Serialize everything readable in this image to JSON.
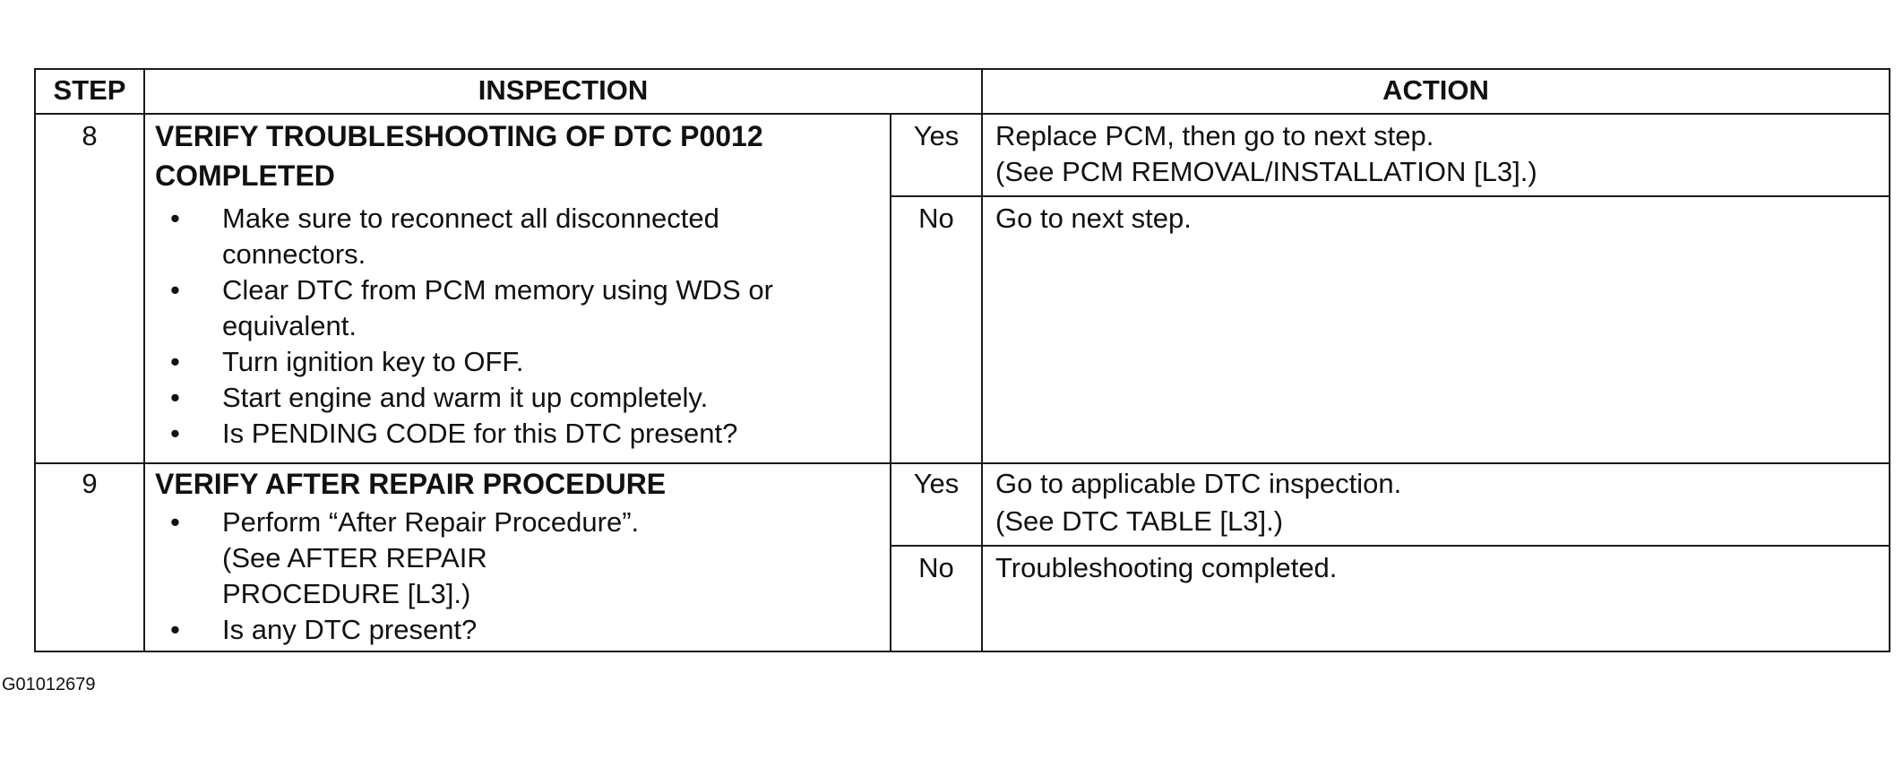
{
  "header": {
    "step": "STEP",
    "inspection": "INSPECTION",
    "action": "ACTION"
  },
  "rows": [
    {
      "step": "8",
      "title_line1": "VERIFY TROUBLESHOOTING OF DTC P0012",
      "title_line2": "COMPLETED",
      "bullets": [
        {
          "lines": [
            "Make sure to reconnect all disconnected",
            "connectors."
          ]
        },
        {
          "lines": [
            "Clear DTC from PCM memory using WDS or",
            "equivalent."
          ]
        },
        {
          "lines": [
            "Turn ignition key to OFF."
          ]
        },
        {
          "lines": [
            "Start engine and warm it up completely."
          ]
        },
        {
          "lines": [
            "Is PENDING CODE for this DTC present?"
          ]
        }
      ],
      "yes_label": "Yes",
      "yes_action": [
        "Replace PCM, then go to next step.",
        "(See PCM REMOVAL/INSTALLATION [L3].)"
      ],
      "no_label": "No",
      "no_action": [
        "Go to next step."
      ]
    },
    {
      "step": "9",
      "title_line1": "VERIFY AFTER REPAIR PROCEDURE",
      "bullets": [
        {
          "lines": [
            "Perform “After Repair Procedure”.",
            "(See AFTER REPAIR",
            "PROCEDURE [L3].)"
          ]
        },
        {
          "lines": [
            "Is any DTC present?"
          ]
        }
      ],
      "yes_label": "Yes",
      "yes_action": [
        "Go to applicable DTC inspection.",
        "(See DTC TABLE [L3].)"
      ],
      "no_label": "No",
      "no_action": [
        "Troubleshooting completed."
      ]
    }
  ],
  "bullet_symbol": "•",
  "figure_id": "G01012679"
}
